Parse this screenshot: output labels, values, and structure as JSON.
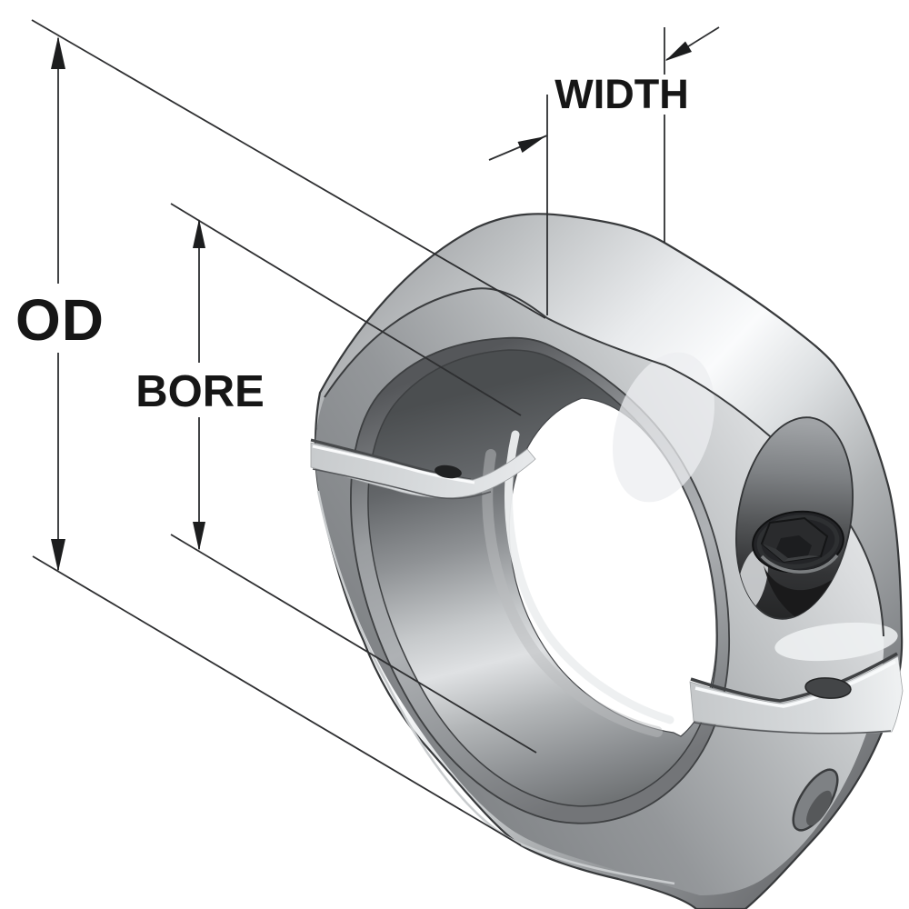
{
  "diagram": {
    "type": "technical-dimension-drawing",
    "subject": "two-piece clamping shaft collar with hex socket cap screw",
    "labels": {
      "od": "OD",
      "bore": "BORE",
      "width": "WIDTH"
    },
    "annotations": [
      {
        "label": "OD",
        "measures": "outer diameter",
        "dimension_line": "vertical-left"
      },
      {
        "label": "BORE",
        "measures": "inner bore diameter",
        "dimension_line": "vertical-left"
      },
      {
        "label": "WIDTH",
        "measures": "axial width",
        "dimension_line": "leader-arrows-top"
      }
    ],
    "colors": {
      "background": "#ffffff",
      "dimension_line": "#2e2f31",
      "text": "#161616",
      "metal_highlight": "#fafbfc",
      "metal_light": "#dcdfe1",
      "metal_mid": "#97999c",
      "metal_dark": "#6d6f72",
      "screw_black": "#1a1a1b"
    }
  }
}
